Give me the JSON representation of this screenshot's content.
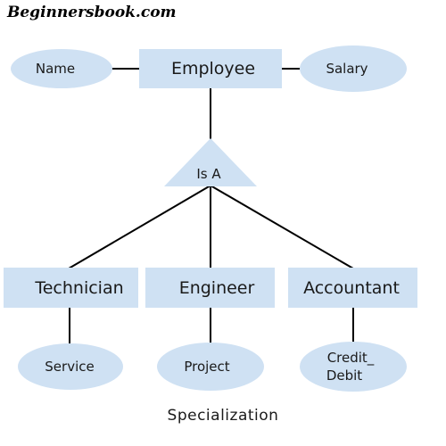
{
  "brand": "Beginnersbook.com",
  "caption": "Specialization",
  "colors": {
    "shape_fill": "#cfe1f3",
    "line": "#000000",
    "text": "#1a1a1a"
  },
  "diagram": {
    "superclass": {
      "name": "Employee",
      "attributes": [
        "Name",
        "Salary"
      ]
    },
    "relationship": "Is A",
    "subclasses": [
      {
        "name": "Technician",
        "attribute": "Service"
      },
      {
        "name": "Engineer",
        "attribute": "Project"
      },
      {
        "name": "Accountant",
        "attribute_lines": [
          "Credit_",
          "Debit"
        ]
      }
    ]
  }
}
